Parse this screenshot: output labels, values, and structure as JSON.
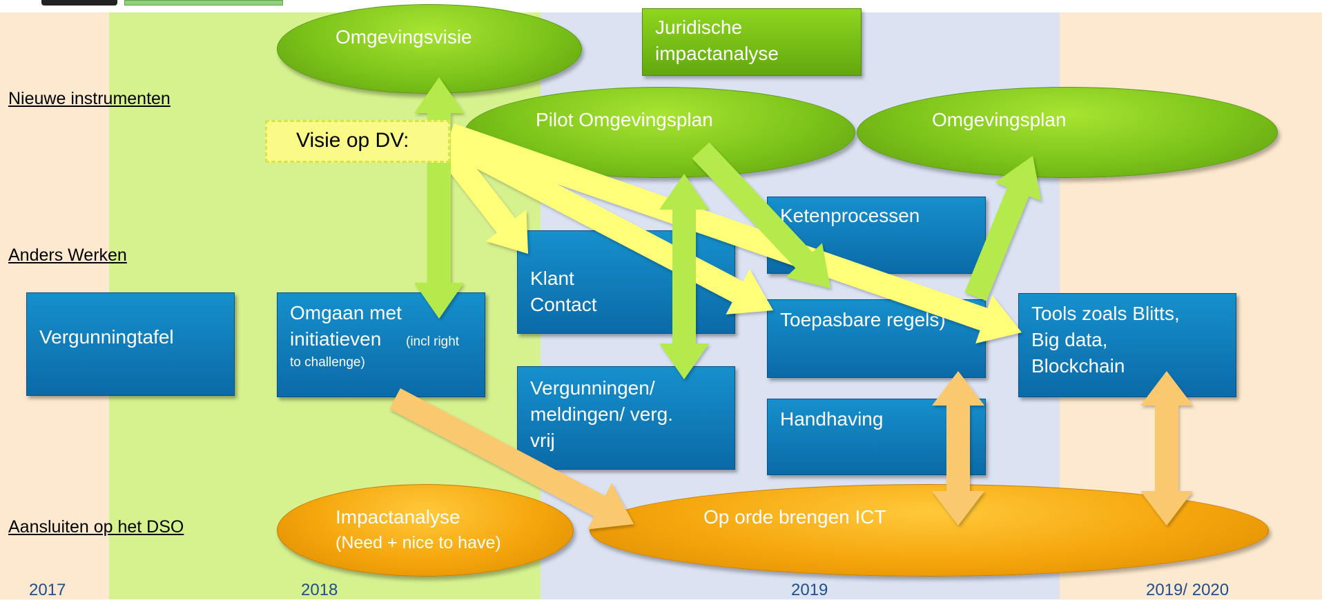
{
  "row_labels": {
    "nieuwe": "Nieuwe instrumenten",
    "anders": "Anders Werken",
    "aansluiten": "Aansluiten op het DSO"
  },
  "years": [
    "2017",
    "2018",
    "2019",
    "2019/ 2020"
  ],
  "visie_label": "Visie op DV:",
  "ellipses": {
    "omgevingsvisie": "Omgevingsvisie",
    "pilot": "Pilot Omgevingsplan",
    "omgevingsplan": "Omgevingsplan",
    "impact_line1": "Impactanalyse",
    "impact_line2": "(Need + nice to have)",
    "ict": "Op orde brengen ICT"
  },
  "juridische": {
    "line1": "Juridische",
    "line2": "impactanalyse"
  },
  "boxes": {
    "vergunningtafel": "Vergunningtafel",
    "omgaan_line1": "Omgaan met",
    "omgaan_line2": "initiatieven",
    "omgaan_small1": "(incl right",
    "omgaan_small2": "to challenge)",
    "klant_line1": "Klant",
    "klant_line2": "Contact",
    "ketenprocessen": "Ketenprocessen",
    "toepasbare": "Toepasbare regels)",
    "verg_line1": "Vergunningen/",
    "verg_line2": "meldingen/ verg.",
    "verg_line3": "vrij",
    "handhaving": "Handhaving",
    "tools_line1": "Tools zoals Blitts,",
    "tools_line2": "Big data,",
    "tools_line3": "Blockchain"
  },
  "colors": {
    "blue_box": "#0b7bbd",
    "green": "#7cc41a",
    "orange": "#f5a50c",
    "yellow_arrow": "#ffff78",
    "green_arrow": "#b4ea4c",
    "light_orange_arrow": "#fac86e"
  }
}
